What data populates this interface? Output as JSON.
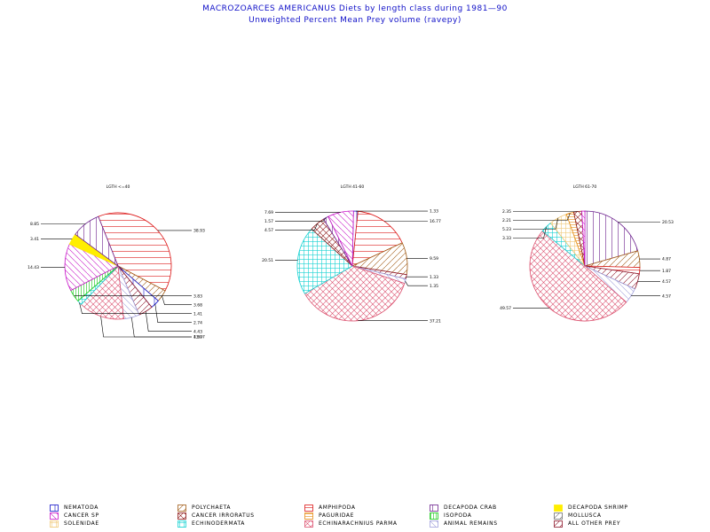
{
  "title": "MACROZOARCES AMERICANUS Diets by length class during 1981—90",
  "subtitle": "Unweighted Percent Mean Prey volume (ravepy)",
  "legend": [
    {
      "name": "NEMATODA",
      "color": "#1010c8",
      "pattern": "vline-sparse"
    },
    {
      "name": "POLYCHAETA",
      "color": "#a05a14",
      "pattern": "diag-up"
    },
    {
      "name": "AMPHIPODA",
      "color": "#dc1414",
      "pattern": "hline"
    },
    {
      "name": "DECAPODA CRAB",
      "color": "#6a1e8c",
      "pattern": "vline"
    },
    {
      "name": "DECAPODA SHRIMP",
      "color": "#ffee00",
      "pattern": "solid"
    },
    {
      "name": "CANCER SP",
      "color": "#c814c8",
      "pattern": "diag-down"
    },
    {
      "name": "CANCER IRRORATUS",
      "color": "#8c1414",
      "pattern": "cross-diag"
    },
    {
      "name": "PAGURIDAE",
      "color": "#e68c14",
      "pattern": "hline-dense"
    },
    {
      "name": "ISOPODA",
      "color": "#14c814",
      "pattern": "vline-dense"
    },
    {
      "name": "MOLLUSCA",
      "color": "#707070",
      "pattern": "diag-up"
    },
    {
      "name": "SOLENIDAE",
      "color": "#f0c878",
      "pattern": "grid"
    },
    {
      "name": "ECHINODERMATA",
      "color": "#14d2d2",
      "pattern": "grid"
    },
    {
      "name": "ECHINARACHNIUS PARMA",
      "color": "#dc506e",
      "pattern": "cross-diag"
    },
    {
      "name": "ANIMAL REMAINS",
      "color": "#a0a0dc",
      "pattern": "diag-down"
    },
    {
      "name": "ALL OTHER PREY",
      "color": "#8c1428",
      "pattern": "diag-up"
    }
  ],
  "chart_data": [
    {
      "type": "pie",
      "title": "LGTH <=40",
      "slices": [
        {
          "category": "AMPHIPODA",
          "value": 38.93
        },
        {
          "category": "POLYCHAETA",
          "value": 3.68
        },
        {
          "category": "NEMATODA",
          "value": 2.74
        },
        {
          "category": "ALL OTHER PREY",
          "value": 4.43
        },
        {
          "category": "ANIMAL REMAINS",
          "value": 4.8
        },
        {
          "category": "ECHINARACHNIUS PARMA",
          "value": 13.97
        },
        {
          "category": "ECHINODERMATA",
          "value": 1.41
        },
        {
          "category": "ISOPODA",
          "value": 3.83
        },
        {
          "category": "CANCER SP",
          "value": 14.43
        },
        {
          "category": "DECAPODA SHRIMP",
          "value": 3.41
        },
        {
          "category": "DECAPODA CRAB",
          "value": 8.85
        }
      ],
      "labels": [
        {
          "text": "38.93",
          "side": "right"
        },
        {
          "text": "3.68",
          "side": "right"
        },
        {
          "text": "2.74",
          "side": "right"
        },
        {
          "text": "4.43",
          "side": "right"
        },
        {
          "text": "4.80",
          "side": "right"
        },
        {
          "text": "13.97",
          "side": "right"
        },
        {
          "text": "1.41",
          "side": "right"
        },
        {
          "text": "3.83",
          "side": "right"
        },
        {
          "text": "14.43",
          "side": "left"
        },
        {
          "text": "3.41",
          "side": "left"
        },
        {
          "text": "8.85",
          "side": "left"
        }
      ]
    },
    {
      "type": "pie",
      "title": "LGTH 41-60",
      "slices": [
        {
          "category": "NEMATODA",
          "value": 1.33
        },
        {
          "category": "AMPHIPODA",
          "value": 16.77
        },
        {
          "category": "POLYCHAETA",
          "value": 9.59
        },
        {
          "category": "ALL OTHER PREY",
          "value": 1.33
        },
        {
          "category": "ANIMAL REMAINS",
          "value": 1.35
        },
        {
          "category": "ECHINARACHNIUS PARMA",
          "value": 37.21
        },
        {
          "category": "ECHINODERMATA",
          "value": 20.51
        },
        {
          "category": "CANCER IRRORATUS",
          "value": 4.57
        },
        {
          "category": "DECAPODA CRAB",
          "value": 1.57
        },
        {
          "category": "CANCER SP",
          "value": 7.69
        }
      ],
      "labels": [
        {
          "text": "1.33",
          "side": "right"
        },
        {
          "text": "16.77",
          "side": "right"
        },
        {
          "text": "9.59",
          "side": "right"
        },
        {
          "text": "1.33",
          "side": "right"
        },
        {
          "text": "1.35",
          "side": "right"
        },
        {
          "text": "37.21",
          "side": "right"
        },
        {
          "text": "20.51",
          "side": "left"
        },
        {
          "text": "4.57",
          "side": "left"
        },
        {
          "text": "1.57",
          "side": "left"
        },
        {
          "text": "7.69",
          "side": "left"
        }
      ]
    },
    {
      "type": "pie",
      "title": "LGTH 61-70",
      "slices": [
        {
          "category": "DECAPODA CRAB",
          "value": 20.53
        },
        {
          "category": "POLYCHAETA",
          "value": 4.87
        },
        {
          "category": "AMPHIPODA",
          "value": 1.87
        },
        {
          "category": "ALL OTHER PREY",
          "value": 4.57
        },
        {
          "category": "ANIMAL REMAINS",
          "value": 4.57
        },
        {
          "category": "ECHINARACHNIUS PARMA",
          "value": 49.57
        },
        {
          "category": "ECHINODERMATA",
          "value": 3.33
        },
        {
          "category": "SOLENIDAE",
          "value": 5.23
        },
        {
          "category": "PAGURIDAE",
          "value": 2.21
        },
        {
          "category": "CANCER IRRORATUS",
          "value": 2.35
        },
        {
          "category": "CANCER SP",
          "value": 0.9
        }
      ],
      "labels": [
        {
          "text": "20.53",
          "side": "right"
        },
        {
          "text": "4.87",
          "side": "right"
        },
        {
          "text": "1.87",
          "side": "right"
        },
        {
          "text": "4.57",
          "side": "right"
        },
        {
          "text": "4.57",
          "side": "right"
        },
        {
          "text": "49.57",
          "side": "left"
        },
        {
          "text": "3.33",
          "side": "left"
        },
        {
          "text": "5.23",
          "side": "left"
        },
        {
          "text": "2.21",
          "side": "left"
        },
        {
          "text": "2.35",
          "side": "left"
        }
      ]
    }
  ]
}
